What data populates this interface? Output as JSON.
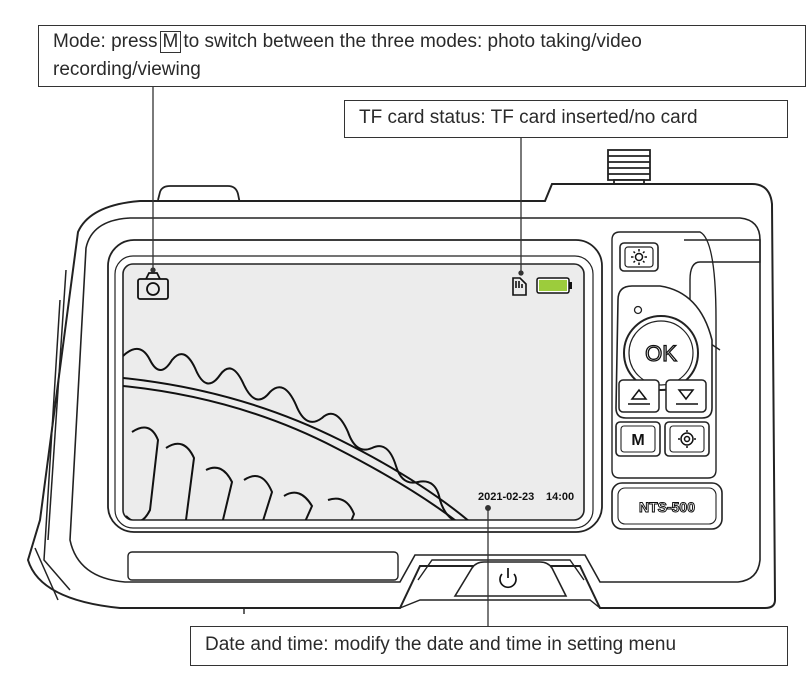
{
  "callouts": {
    "mode": {
      "prefix": "Mode: press",
      "key": "M",
      "suffix": "to switch between the three modes: photo taking/video recording/viewing"
    },
    "tf_card": {
      "text": "TF card status: TF card inserted/no card"
    },
    "date_time": {
      "text": "Date and time: modify the date and time in setting menu"
    }
  },
  "screen": {
    "date": "2021-02-23",
    "time": "14:00",
    "mode_icon": "camera-icon",
    "tf_icon": "sd-card-icon",
    "battery_icon": "battery-icon",
    "battery_color": "#9ccc3c"
  },
  "buttons": {
    "ok": "OK",
    "m": "M",
    "up_icon": "triangle-up-icon",
    "down_icon": "triangle-down-icon",
    "light_icon": "brightness-icon",
    "settings_icon": "gear-icon",
    "power_icon": "power-icon"
  },
  "model_label": "NTS-500"
}
